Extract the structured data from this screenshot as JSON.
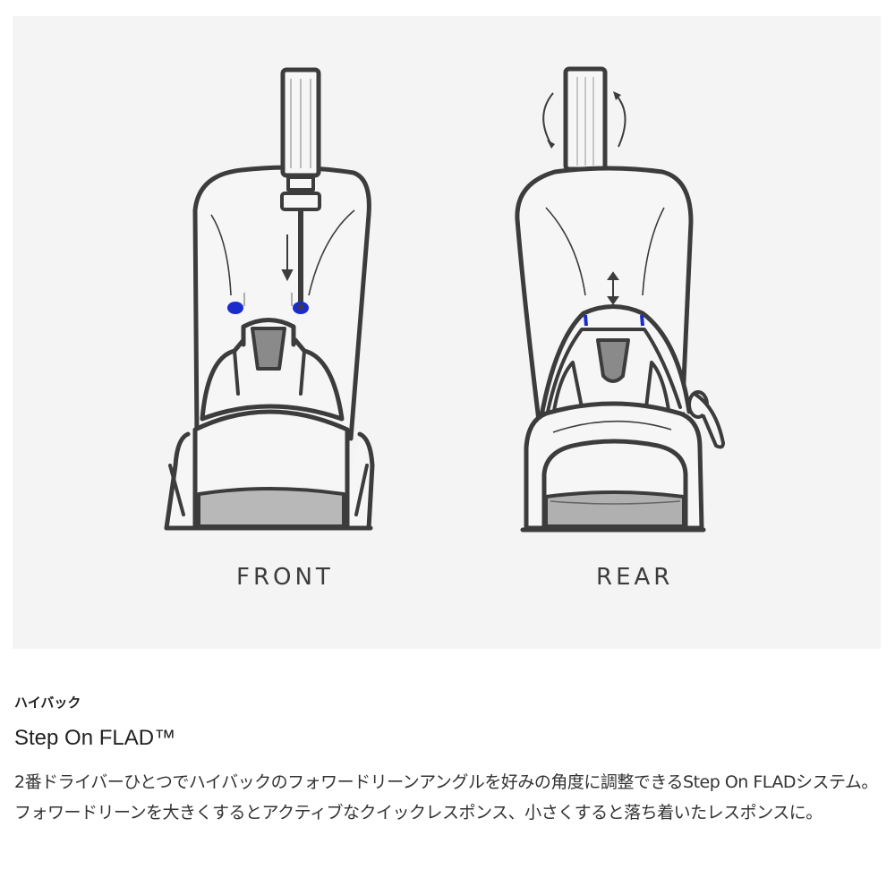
{
  "figure": {
    "background": "#f4f4f4",
    "stroke_color": "#3c3c3c",
    "accent_color": "#1428c8",
    "views": [
      {
        "id": "front",
        "label": "FRONT",
        "icons": [
          "screwdriver-icon",
          "down-arrow-icon",
          "adjustment-screw-icon"
        ]
      },
      {
        "id": "rear",
        "label": "REAR",
        "icons": [
          "rotate-arrows-icon",
          "up-down-arrow-icon",
          "adjustment-marker-icon"
        ]
      }
    ]
  },
  "content": {
    "category": "ハイバック",
    "title": "Step On FLAD™",
    "description": "2番ドライバーひとつでハイバックのフォワードリーンアングルを好みの角度に調整できるStep On FLADシステム。フォワードリーンを大きくするとアクティブなクイックレスポンス、小さくすると落ち着いたレスポンスに。"
  }
}
